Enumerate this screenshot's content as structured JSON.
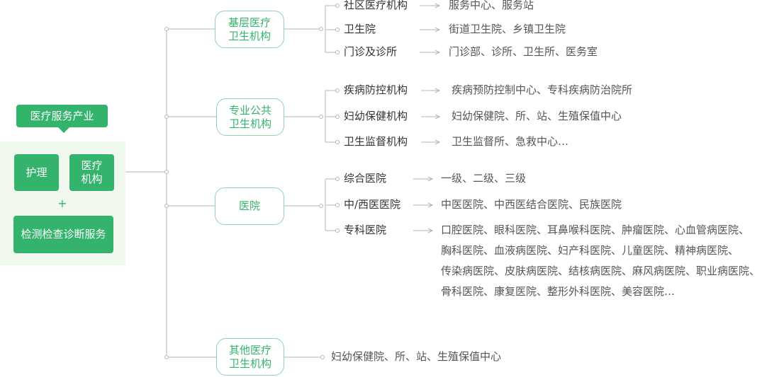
{
  "left": {
    "industry_label": "医疗服务产业",
    "nursing": "护理",
    "institution_l1": "医疗",
    "institution_l2": "机构",
    "plus": "+",
    "testing": "检测检查诊断服务"
  },
  "branches": [
    {
      "l1": "基层医疗",
      "l2": "卫生机构",
      "children": [
        {
          "label": "社区医疗机构",
          "desc": [
            "服务中心、服务站"
          ]
        },
        {
          "label": "卫生院",
          "desc": [
            "街道卫生院、乡镇卫生院"
          ]
        },
        {
          "label": "门诊及诊所",
          "desc": [
            "门诊部、诊所、卫生所、医务室"
          ]
        }
      ]
    },
    {
      "l1": "专业公共",
      "l2": "卫生机构",
      "children": [
        {
          "label": "疾病防控机构",
          "desc": [
            "疾病预防控制中心、专科疾病防治院所"
          ]
        },
        {
          "label": "妇幼保健机构",
          "desc": [
            "妇幼保健院、所、站、生殖保值中心"
          ]
        },
        {
          "label": "卫生监督机构",
          "desc": [
            "卫生监督所、急救中心…"
          ]
        }
      ]
    },
    {
      "l1": "医院",
      "l2": "",
      "children": [
        {
          "label": "综合医院",
          "desc": [
            "一级、二级、三级"
          ]
        },
        {
          "label": "中/西医医院",
          "desc": [
            "中医医院、中西医结合医院、民族医院"
          ]
        },
        {
          "label": "专科医院",
          "desc": [
            "口腔医院、眼科医院、耳鼻喉科医院、肿瘤医院、心血管病医院、",
            "胸科医院、血液病医院、妇产科医院、儿童医院、精神病医院、",
            "传染病医院、皮肤病医院、结核病医院、麻风病医院、职业病医院、",
            "骨科医院、康复医院、整形外科医院、美容医院…"
          ]
        }
      ]
    },
    {
      "l1": "其他医疗",
      "l2": "卫生机构",
      "desc": "妇幼保健院、所、站、生殖保值中心"
    }
  ],
  "colors": {
    "green": "#34b36c",
    "line": "#b5b5b5",
    "panel": "#f1f8ee",
    "node_border": "#8fd4a8"
  }
}
